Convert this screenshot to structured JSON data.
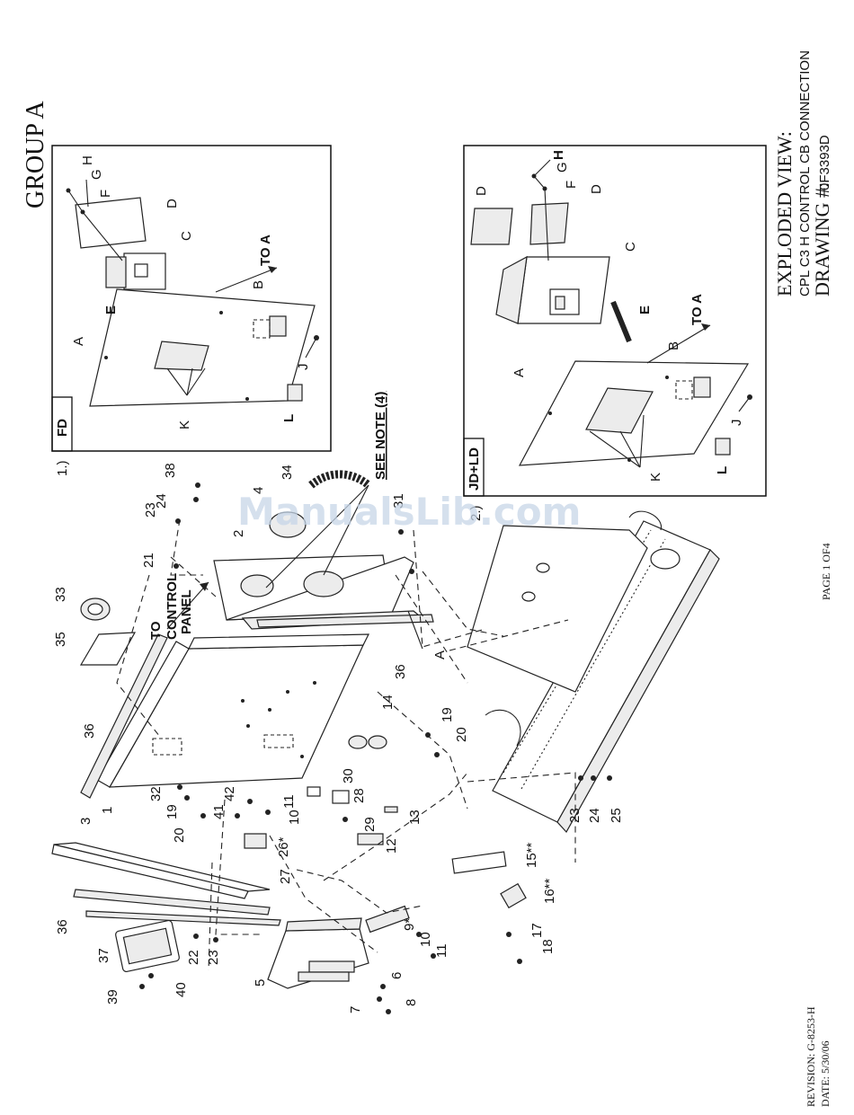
{
  "header": {
    "group_title": "GROUP  A",
    "view_title": "EXPLODED VIEW:",
    "view_subtitle": "CPL C3 H CONTROL CB CONNECTION",
    "drawing_label": "DRAWING #:",
    "drawing_number": "0F3393D"
  },
  "footer": {
    "revision": "REVISION: G-8253-H",
    "date": "DATE:  5/30/06",
    "page": "PAGE 1 OF4"
  },
  "watermark": "ManualsLib.com",
  "inset1": {
    "number": "1.)",
    "tab": "FD",
    "to_a": "TO A",
    "letters": {
      "a": "A",
      "b": "B",
      "c": "C",
      "d": "D",
      "e": "E",
      "f": "F",
      "g": "G",
      "h": "H",
      "j": "J",
      "k": "K",
      "l": "L"
    }
  },
  "inset2": {
    "number": "2.)",
    "tab": "JD+LD",
    "to_a": "TO A",
    "letters": {
      "a": "A",
      "b": "B",
      "c": "C",
      "d1": "D",
      "d2": "D",
      "e": "E",
      "f": "F",
      "g": "G",
      "h": "H",
      "j": "J",
      "k": "K",
      "l": "L"
    }
  },
  "callouts": {
    "see_note": "SEE NOTE (4)",
    "to_control_panel": [
      "TO",
      "CONTROL",
      "PANEL"
    ],
    "to_a": "A"
  },
  "part_numbers": {
    "p1": "1",
    "p2": "2",
    "p3": "3",
    "p4": "4",
    "p5": "5",
    "p6": "6",
    "p7": "7",
    "p8": "8",
    "p9": "9*",
    "p10a": "10",
    "p10b": "10",
    "p11a": "11",
    "p11b": "11",
    "p12": "12",
    "p13": "13",
    "p14": "14",
    "p15": "15**",
    "p16": "16**",
    "p17": "17",
    "p18": "18",
    "p19a": "19",
    "p19b": "19",
    "p20a": "20",
    "p20b": "20",
    "p21": "21",
    "p22": "22",
    "p23a": "23",
    "p23b": "23",
    "p23c": "23",
    "p24a": "24",
    "p24b": "24",
    "p25": "25",
    "p26": "26*",
    "p27": "27",
    "p28": "28",
    "p29": "29",
    "p30": "30",
    "p31": "31",
    "p32": "32",
    "p33": "33",
    "p34": "34",
    "p35": "35",
    "p36a": "36",
    "p36b": "36",
    "p36c": "36",
    "p37": "37",
    "p38": "38",
    "p39": "39",
    "p40": "40",
    "p41": "41",
    "p42": "42"
  }
}
